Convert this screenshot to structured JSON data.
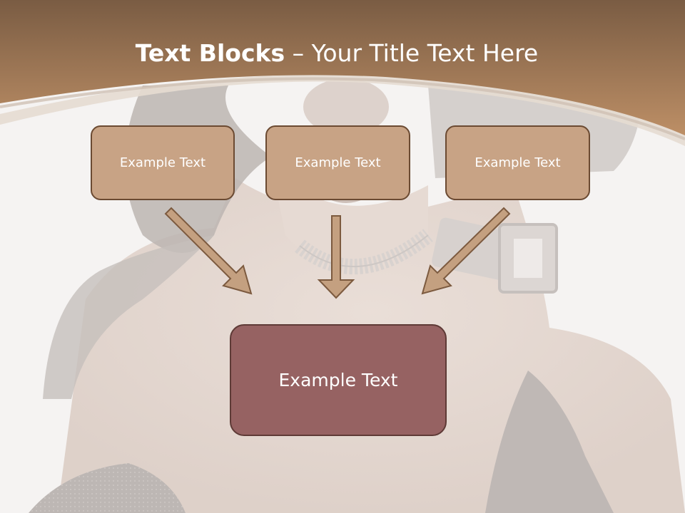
{
  "slide": {
    "title_bold": "Text Blocks",
    "title_dash": " – ",
    "title_rest": "Your Title Text Here"
  },
  "diagram": {
    "source_boxes": [
      {
        "label": "Example Text"
      },
      {
        "label": "Example Text"
      },
      {
        "label": "Example Text"
      }
    ],
    "target_box": {
      "label": "Example Text"
    },
    "arrows": [
      "left-to-target",
      "center-to-target",
      "right-to-target"
    ]
  },
  "colors": {
    "header_top": "#7a5c43",
    "header_bottom": "#b98b62",
    "box_fill": "#c8a385",
    "box_border": "#6b4a32",
    "target_fill": "#966262",
    "arrow_fill": "#c4a080"
  },
  "background": {
    "image": "photo-woman-necklace-watch"
  }
}
